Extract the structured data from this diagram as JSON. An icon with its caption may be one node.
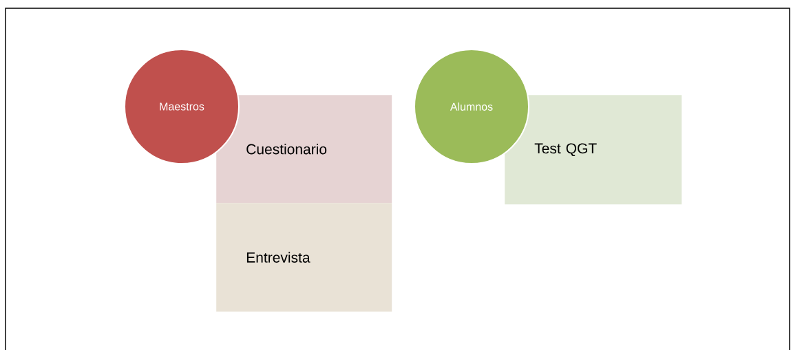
{
  "diagram": {
    "nodes": [
      {
        "text": [
          "Maestros"
        ]
      },
      {
        "text": [
          "Cuestionario"
        ]
      },
      {
        "text": [
          "Entrevista"
        ]
      },
      {
        "text": [
          "Alumnos"
        ]
      },
      {
        "text": [
          "Test QGT"
        ]
      }
    ]
  }
}
